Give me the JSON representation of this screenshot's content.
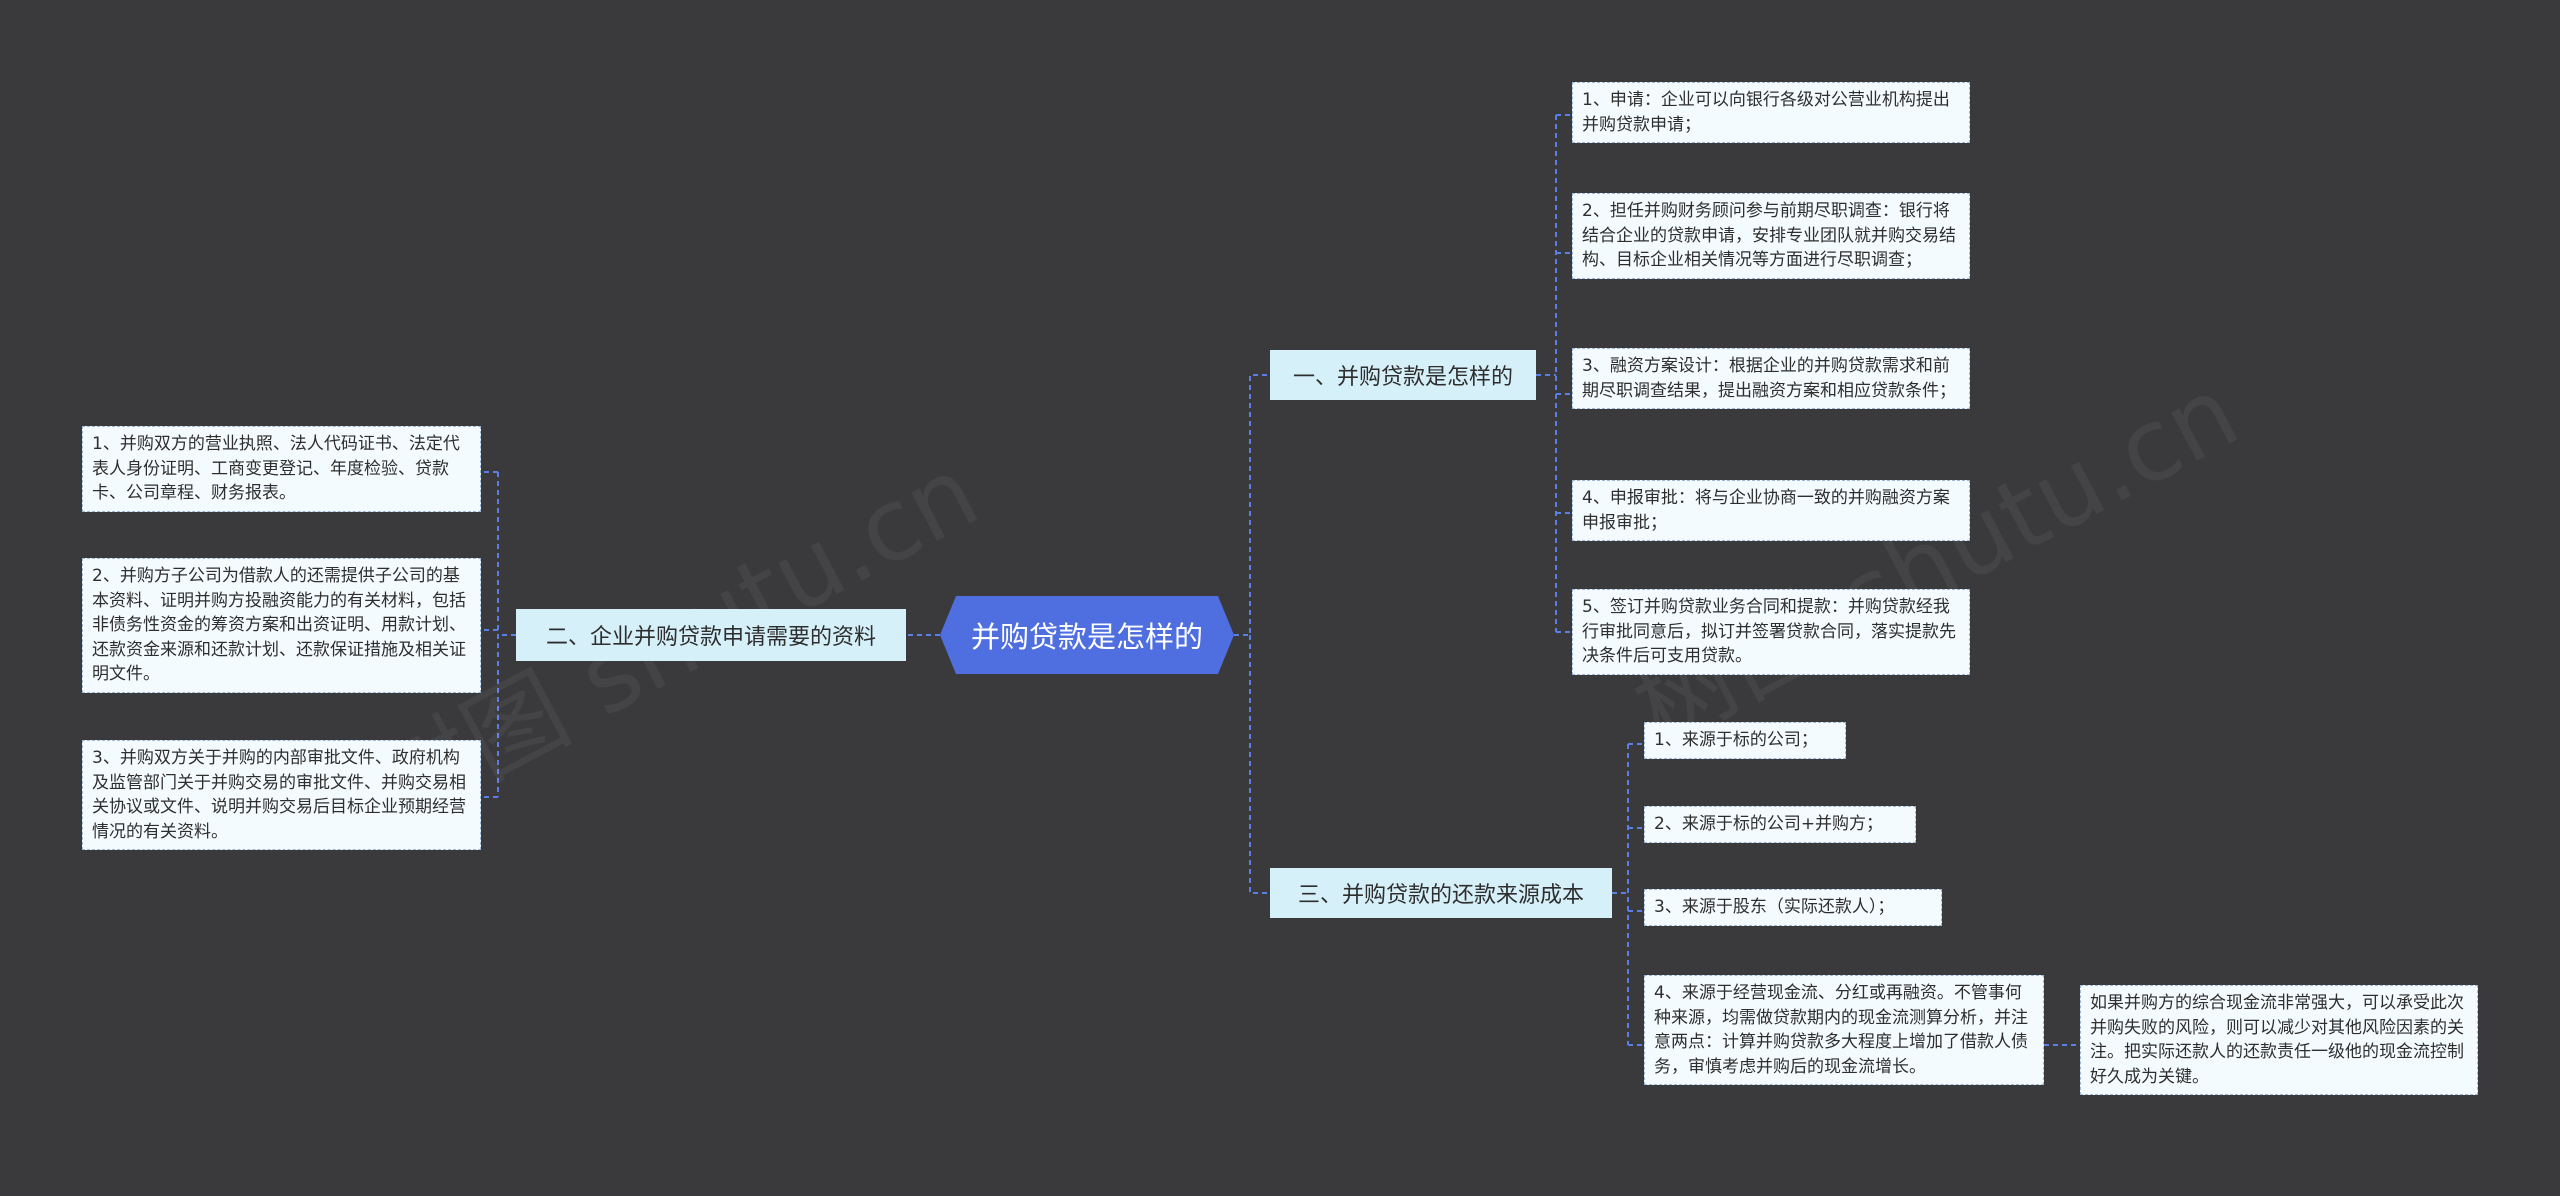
{
  "root": {
    "label": "并购贷款是怎样的"
  },
  "branches": {
    "b1": {
      "label": "一、并购贷款是怎样的",
      "items": [
        "1、申请：企业可以向银行各级对公营业机构提出并购贷款申请；",
        "2、担任并购财务顾问参与前期尽职调查：银行将结合企业的贷款申请，安排专业团队就并购交易结构、目标企业相关情况等方面进行尽职调查；",
        "3、融资方案设计：根据企业的并购贷款需求和前期尽职调查结果，提出融资方案和相应贷款条件；",
        "4、申报审批：将与企业协商一致的并购融资方案申报审批；",
        "5、签订并购贷款业务合同和提款：并购贷款经我行审批同意后，拟订并签署贷款合同，落实提款先决条件后可支用贷款。"
      ]
    },
    "b2": {
      "label": "二、企业并购贷款申请需要的资料",
      "items": [
        "1、并购双方的营业执照、法人代码证书、法定代表人身份证明、工商变更登记、年度检验、贷款卡、公司章程、财务报表。",
        "2、并购方子公司为借款人的还需提供子公司的基本资料、证明并购方投融资能力的有关材料，包括非债务性资金的筹资方案和出资证明、用款计划、还款资金来源和还款计划、还款保证措施及相关证明文件。",
        "3、并购双方关于并购的内部审批文件、政府机构及监管部门关于并购交易的审批文件、并购交易相关协议或文件、说明并购交易后目标企业预期经营情况的有关资料。"
      ]
    },
    "b3": {
      "label": "三、并购贷款的还款来源成本",
      "items": [
        "1、来源于标的公司；",
        "2、来源于标的公司+并购方；",
        "3、来源于股东（实际还款人）；",
        "4、来源于经营现金流、分红或再融资。不管事何种来源，均需做贷款期内的现金流测算分析，并注意两点：计算并购贷款多大程度上增加了借款人债务，审慎考虑并购后的现金流增长。"
      ],
      "sub_item": "如果并购方的综合现金流非常强大，可以承受此次并购失败的风险，则可以减少对其他风险因素的关注。把实际还款人的还款责任一级他的现金流控制好久成为关键。"
    }
  },
  "colors": {
    "background": "#3a393c",
    "root_fill": "#4f6fe0",
    "branch_fill": "#d6f0fa",
    "leaf_fill": "#f4fbfe",
    "connector": "#5b7ee6"
  }
}
